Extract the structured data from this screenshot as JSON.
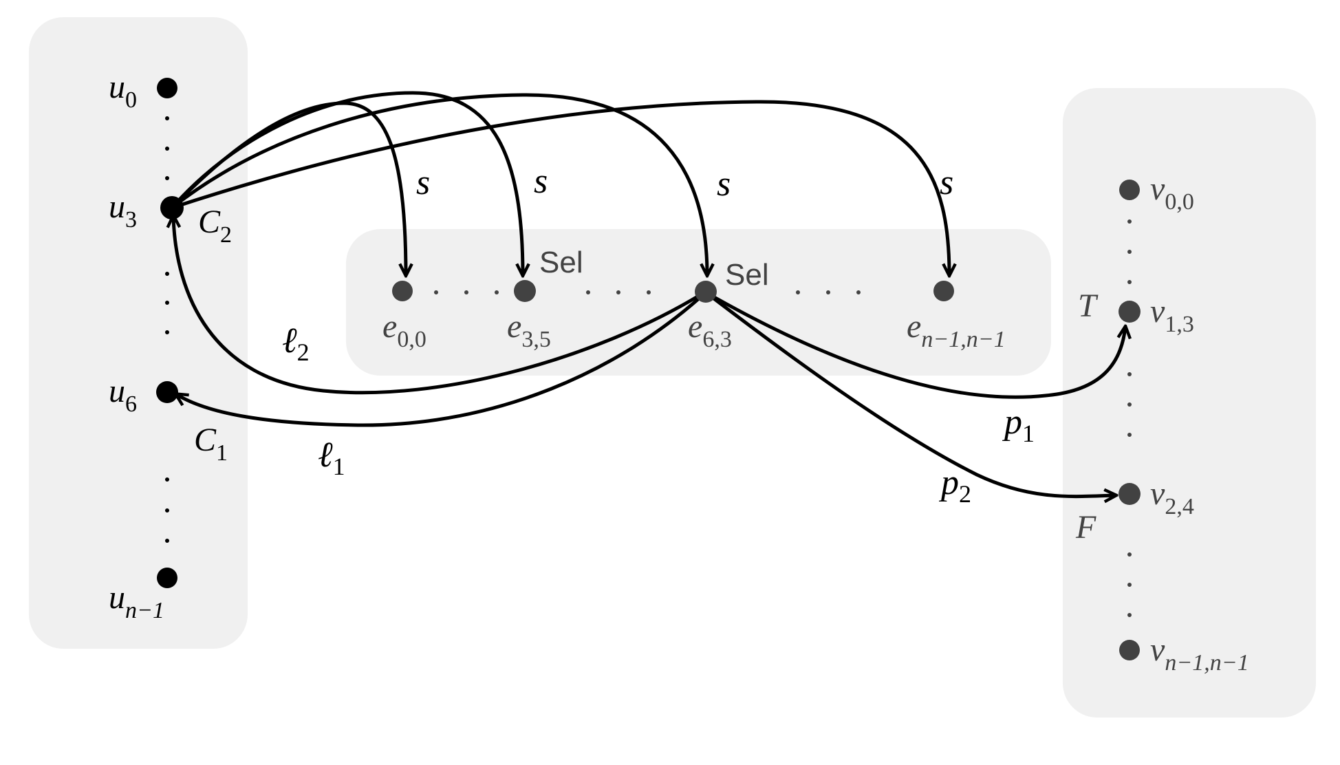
{
  "colors": {
    "panel": "#f0f0f0",
    "dark": "#000000",
    "gray": "#424242"
  },
  "left_group": {
    "u0": {
      "base": "u",
      "sub": "0"
    },
    "u3": {
      "base": "u",
      "sub": "3"
    },
    "u6": {
      "base": "u",
      "sub": "6"
    },
    "un1": {
      "base": "u",
      "sub": "n−1"
    },
    "c2": {
      "base": "C",
      "sub": "2"
    },
    "c1": {
      "base": "C",
      "sub": "1"
    }
  },
  "middle_group": {
    "e00": {
      "base": "e",
      "sub": "0,0"
    },
    "e35": {
      "base": "e",
      "sub": "3,5"
    },
    "e63": {
      "base": "e",
      "sub": "6,3"
    },
    "en": {
      "base": "e",
      "sub": "n−1,n−1"
    },
    "sel_label": "Sel"
  },
  "right_group": {
    "v00": {
      "base": "v",
      "sub": "0,0"
    },
    "v13": {
      "base": "v",
      "sub": "1,3"
    },
    "v24": {
      "base": "v",
      "sub": "2,4"
    },
    "vn": {
      "base": "v",
      "sub": "n−1,n−1"
    },
    "t_label": "T",
    "f_label": "F"
  },
  "edge_labels": {
    "s": "s",
    "l2": {
      "base": "ℓ",
      "sub": "2"
    },
    "l1": {
      "base": "ℓ",
      "sub": "1"
    },
    "p1": {
      "base": "p",
      "sub": "1"
    },
    "p2": {
      "base": "p",
      "sub": "2"
    }
  }
}
